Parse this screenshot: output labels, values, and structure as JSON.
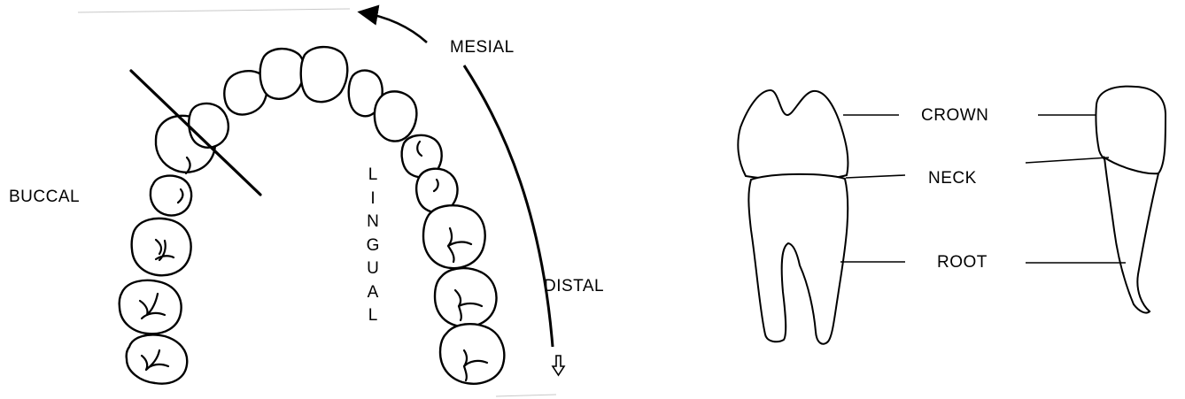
{
  "arch_labels": {
    "mesial": "MESIAL",
    "distal": "DISTAL",
    "buccal": "BUCCAL",
    "lingual_letters": [
      "L",
      "I",
      "N",
      "G",
      "U",
      "A",
      "L"
    ]
  },
  "tooth_labels": {
    "crown": "CROWN",
    "neck": "NECK",
    "root": "ROOT"
  },
  "colors": {
    "ink": "#000000",
    "background": "#ffffff"
  },
  "icons": [
    "mesial-arrow-icon",
    "distal-arrow-icon",
    "molar-tooth-icon",
    "incisor-tooth-icon"
  ]
}
